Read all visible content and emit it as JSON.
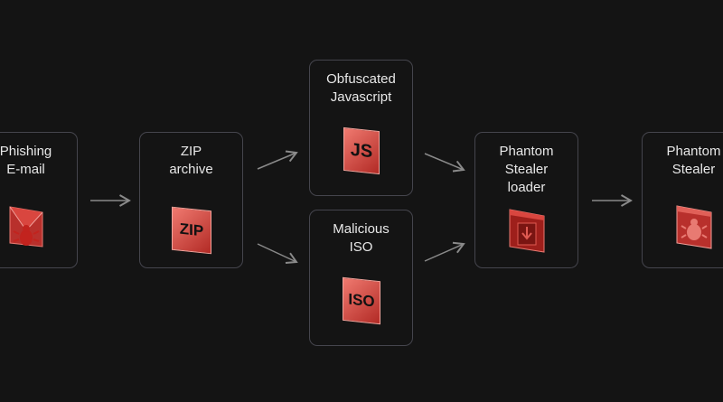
{
  "nodes": [
    {
      "id": "phishing",
      "label": "Phishing\nE-mail",
      "icon": "envelope-bug-icon"
    },
    {
      "id": "zip",
      "label": "ZIP\narchive",
      "icon": "zip-file-icon",
      "icon_text": "ZIP"
    },
    {
      "id": "js",
      "label": "Obfuscated\nJavascript",
      "icon": "js-file-icon",
      "icon_text": "JS"
    },
    {
      "id": "iso",
      "label": "Malicious\nISO",
      "icon": "iso-file-icon",
      "icon_text": "ISO"
    },
    {
      "id": "loader",
      "label": "Phantom\nStealer\nloader",
      "icon": "window-download-icon"
    },
    {
      "id": "stealer",
      "label": "Phantom\nStealer",
      "icon": "window-bug-icon"
    }
  ],
  "colors": {
    "background": "#141414",
    "border": "#45454d",
    "arrow": "#8a8a8a",
    "icon_red": "#d9463f"
  }
}
